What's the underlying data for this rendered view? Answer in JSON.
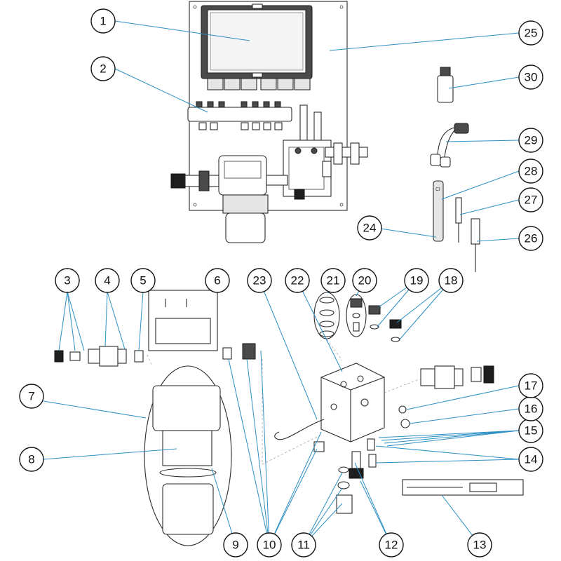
{
  "callouts": [
    {
      "number": "1"
    },
    {
      "number": "2"
    },
    {
      "number": "3"
    },
    {
      "number": "4"
    },
    {
      "number": "5"
    },
    {
      "number": "6"
    },
    {
      "number": "7"
    },
    {
      "number": "8"
    },
    {
      "number": "9"
    },
    {
      "number": "10"
    },
    {
      "number": "11"
    },
    {
      "number": "12"
    },
    {
      "number": "13"
    },
    {
      "number": "14"
    },
    {
      "number": "15"
    },
    {
      "number": "16"
    },
    {
      "number": "17"
    },
    {
      "number": "18"
    },
    {
      "number": "19"
    },
    {
      "number": "20"
    },
    {
      "number": "21"
    },
    {
      "number": "22"
    },
    {
      "number": "23"
    },
    {
      "number": "24"
    },
    {
      "number": "25"
    },
    {
      "number": "26"
    },
    {
      "number": "27"
    },
    {
      "number": "28"
    },
    {
      "number": "29"
    },
    {
      "number": "30"
    }
  ],
  "probe_label": "Cl",
  "colors": {
    "leader": "#2b8fc4",
    "ink": "#2a2a2a",
    "callout_border": "#111111"
  }
}
